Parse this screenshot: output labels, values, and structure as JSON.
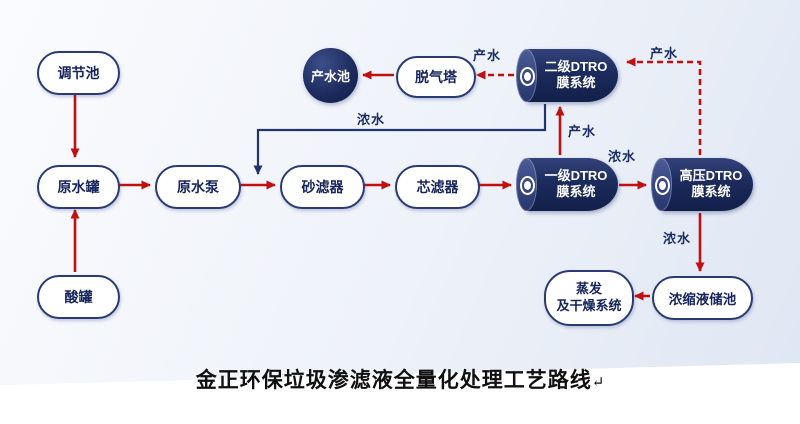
{
  "title": {
    "text": "金正环保垃圾渗滤液全量化处理工艺路线",
    "mark": "↵"
  },
  "nodes": {
    "regulating_tank": {
      "label": "调节池"
    },
    "raw_water_tank": {
      "label": "原水罐"
    },
    "acid_tank": {
      "label": "酸罐"
    },
    "raw_water_pump": {
      "label": "原水泵"
    },
    "sand_filter": {
      "label": "砂滤器"
    },
    "cartridge_filter": {
      "label": "芯滤器"
    },
    "stage1_dtro": {
      "line1": "一级DTRO",
      "line2": "膜系统"
    },
    "stage2_dtro": {
      "line1": "二级DTRO",
      "line2": "膜系统"
    },
    "hp_dtro": {
      "line1": "高压DTRO",
      "line2": "膜系统"
    },
    "degassing_tower": {
      "label": "脱气塔"
    },
    "product_water_pool": {
      "label": "产水池"
    },
    "concentrate_storage_pool": {
      "label": "浓缩液储池"
    },
    "evaporation_drying": {
      "line1": "蒸发",
      "line2": "及干燥系统"
    }
  },
  "flow_labels": {
    "product_water_1": "产水",
    "product_water_2": "产水",
    "product_water_3": "产水",
    "concentrate_1": "浓水",
    "concentrate_2": "浓水",
    "concentrate_3": "浓水"
  },
  "colors": {
    "node_border": "#2a3b74",
    "node_text": "#16245c",
    "cylinder_fill": "#1c2b5d",
    "arrow_red": "#c01010",
    "concentrate_line": "#20366b"
  }
}
